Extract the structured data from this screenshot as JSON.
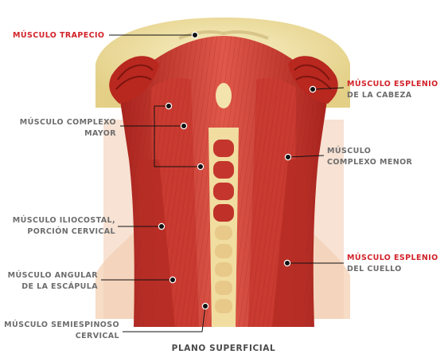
{
  "colors": {
    "accent": "#d2232a",
    "label": "#6d6d6d",
    "muscle": "#c8372e",
    "bone": "#efe2a6",
    "skin": "#f7dcc6"
  },
  "labels": {
    "trapecio": "MÚSCULO TRAPECIO",
    "esplenio_cabeza_1": "MÚSCULO ESPLENIO",
    "esplenio_cabeza_2": "DE LA CABEZA",
    "complexo_mayor_1": "MÚSCULO COMPLEXO",
    "complexo_mayor_2": "MAYOR",
    "complexo_menor_1": "MÚSCULO",
    "complexo_menor_2": "COMPLEXO MENOR",
    "iliocostal_1": "MÚSCULO ILIOCOSTAL,",
    "iliocostal_2": "PORCIÓN CERVICAL",
    "esplenio_cuello_1": "MÚSCULO ESPLENIO",
    "esplenio_cuello_2": "DEL CUELLO",
    "angular_1": "MÚSCULO ANGULAR",
    "angular_2": "DE LA ESCÁPULA",
    "semiespinoso_1": "MÚSCULO SEMIESPINOSO",
    "semiespinoso_2": "CERVICAL"
  },
  "caption": "PLANO SUPERFICIAL"
}
